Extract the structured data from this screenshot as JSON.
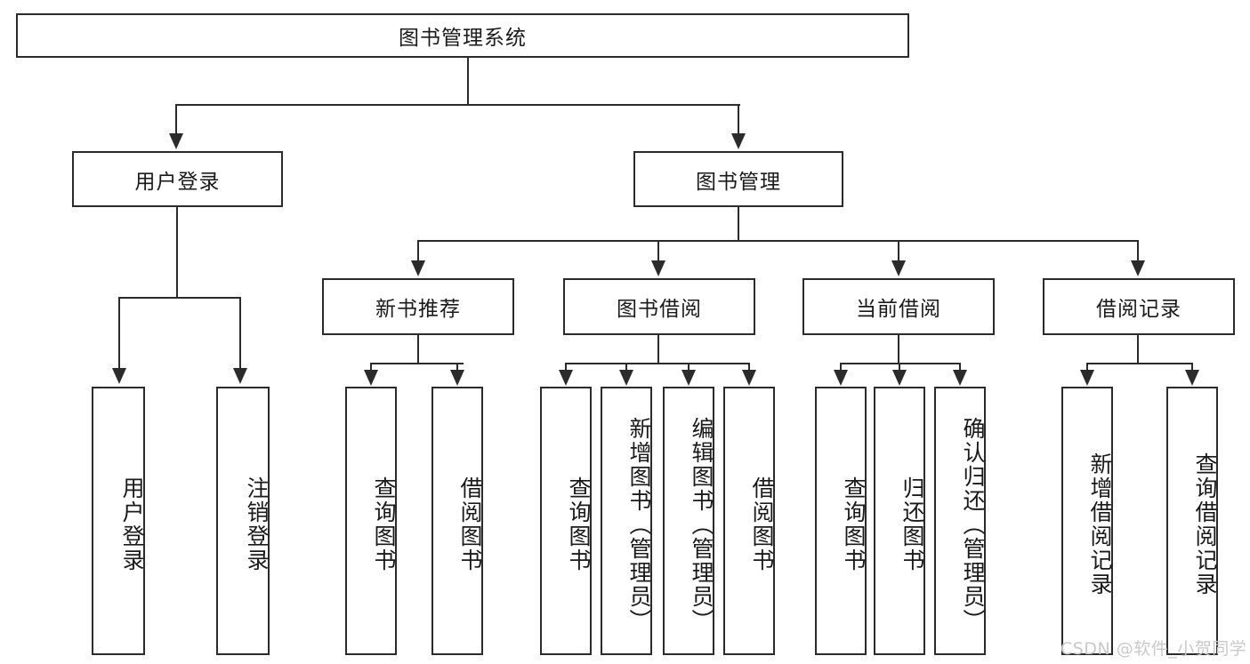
{
  "diagram": {
    "title": "图书管理系统",
    "type": "hierarchy-tree",
    "root": {
      "label": "图书管理系统"
    },
    "level2": [
      {
        "label": "用户登录"
      },
      {
        "label": "图书管理"
      }
    ],
    "level3": [
      {
        "label": "新书推荐"
      },
      {
        "label": "图书借阅"
      },
      {
        "label": "当前借阅"
      },
      {
        "label": "借阅记录"
      }
    ],
    "leaves": {
      "user_login": [
        {
          "label": "用户登录"
        },
        {
          "label": "注销登录"
        }
      ],
      "new_book_recommend": [
        {
          "label": "查询图书"
        },
        {
          "label": "借阅图书"
        }
      ],
      "book_borrow": [
        {
          "label": "查询图书"
        },
        {
          "label": "新增图书（管理员）"
        },
        {
          "label": "编辑图书（管理员）"
        },
        {
          "label": "借阅图书"
        }
      ],
      "current_borrow": [
        {
          "label": "查询图书"
        },
        {
          "label": "归还图书"
        },
        {
          "label": "确认归还（管理员）"
        }
      ],
      "borrow_record": [
        {
          "label": "新增借阅记录"
        },
        {
          "label": "查询借阅记录"
        }
      ]
    }
  },
  "watermark": {
    "text": "CSDN @软件_小贺同学"
  },
  "colors": {
    "stroke": "#2b2b2b",
    "background": "#ffffff",
    "text": "#1a1a1a",
    "watermark": "#c9c9c9"
  }
}
